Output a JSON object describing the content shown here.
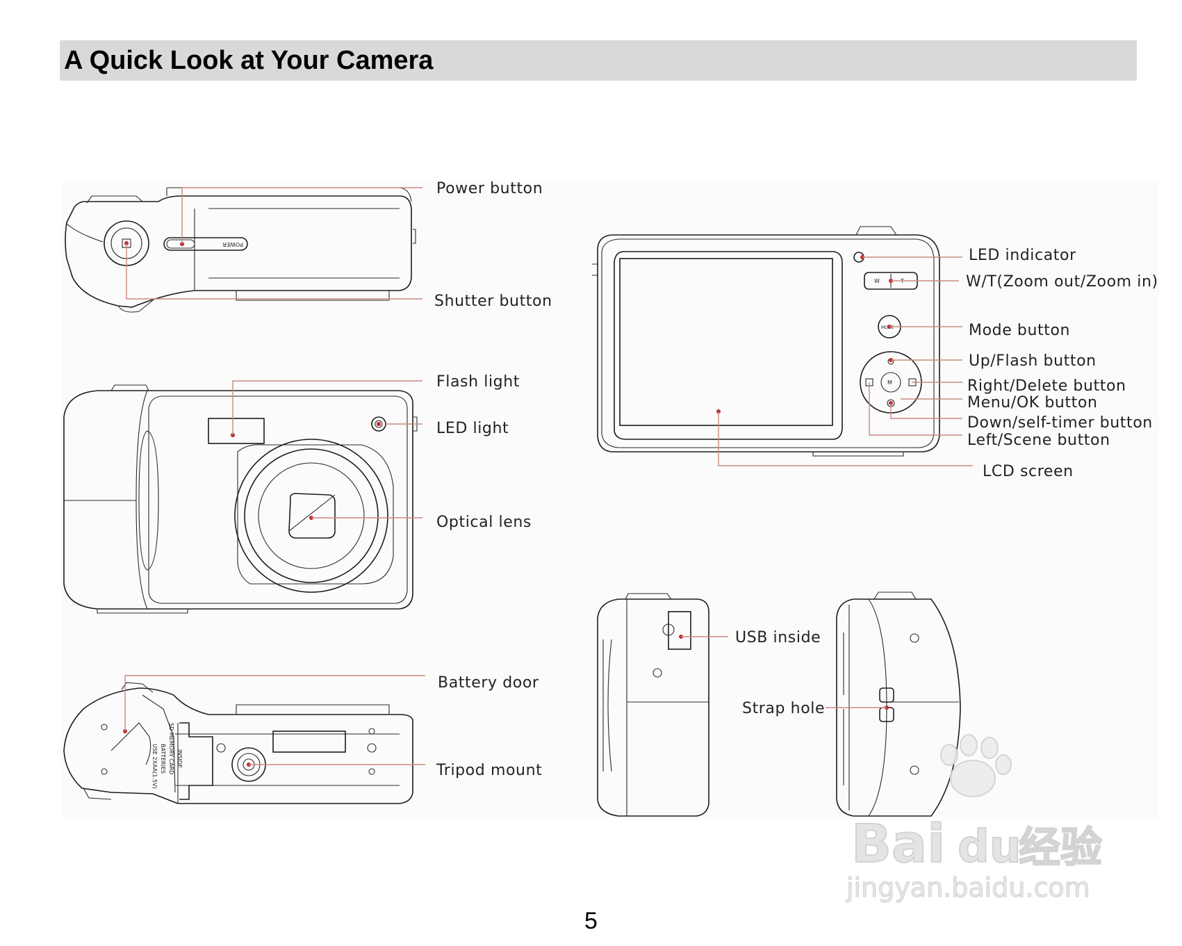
{
  "page": {
    "title": "A Quick Look at Your Camera",
    "page_number": "5"
  },
  "callouts": {
    "power_button": "Power button",
    "shutter_button": "Shutter button",
    "flash_light": "Flash light",
    "led_light": "LED light",
    "optical_lens": "Optical lens",
    "battery_door": "Battery door",
    "tripod_mount": "Tripod mount",
    "led_indicator": "LED indicator",
    "wt_zoom": "W/T(Zoom out/Zoom in)",
    "mode_button": "Mode button",
    "up_flash_button": "Up/Flash button",
    "right_delete_button": "Right/Delete button",
    "menu_ok_button": "Menu/OK button",
    "down_self_timer_button": "Down/self-timer button",
    "left_scene_button": "Left/Scene button",
    "lcd_screen": "LCD screen",
    "usb_inside": "USB inside",
    "strap_hole": "Strap hole"
  },
  "camera_markings": {
    "power": "POWER",
    "wide": "W",
    "tele": "T",
    "mode": "MODE",
    "menu": "M",
    "battery_label_1": "USE 2XAA(1.5V)",
    "battery_label_2": "BATTERIES",
    "battery_label_3": "SD MEMORY CARD",
    "battery_label_4": "INSIDE"
  },
  "watermark": {
    "brand": "Bai",
    "brand_suffix": "du",
    "chinese": "经验",
    "url": "jingyan.baidu.com"
  },
  "colors": {
    "title_bar": "#d9d9d9",
    "leader_line": "#c98a7e",
    "marker_dot": "#c0282c",
    "outline": "#1c1c1c"
  }
}
